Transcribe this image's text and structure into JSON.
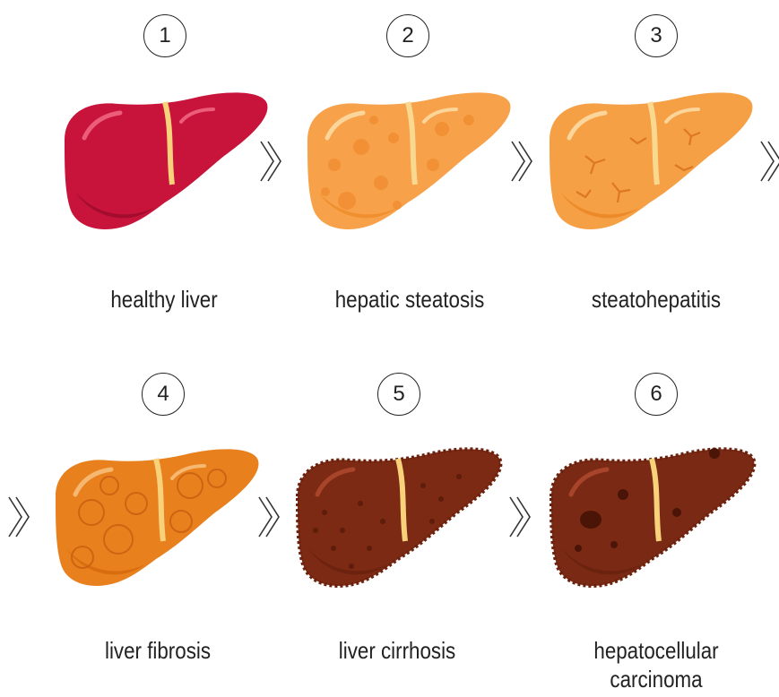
{
  "stages": [
    {
      "number": "1",
      "label": "healthy liver"
    },
    {
      "number": "2",
      "label": "hepatic steatosis"
    },
    {
      "number": "3",
      "label": "steatohepatitis"
    },
    {
      "number": "4",
      "label": "liver fibrosis"
    },
    {
      "number": "5",
      "label": "liver cirrhosis"
    },
    {
      "number": "6",
      "label": "hepatocellular carcinoma"
    }
  ],
  "colors": {
    "healthy": "#c8133a",
    "steatosis": "#f7a24a",
    "steatohepatitis": "#f6a045",
    "fibrosis": "#e8801e",
    "cirrhosis": "#7d2a14",
    "carcinoma": "#7a2a14",
    "ligament": "#f7d27a",
    "arrow": "#333333"
  },
  "icons": [
    "chevron-right-icon",
    "liver-icon"
  ]
}
